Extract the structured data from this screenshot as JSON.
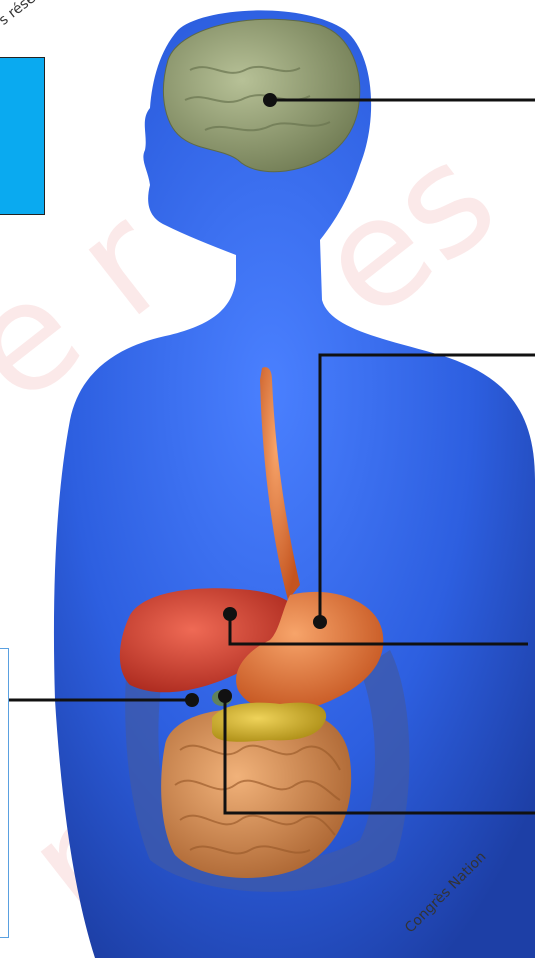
{
  "colors": {
    "background": "#ffffff",
    "body_blue": "#2f62e0",
    "label_box_fill": "#0aaaf0",
    "leader_line": "#111111",
    "brain": "#8e9a6e",
    "liver": "#d9412f",
    "stomach": "#e07a3a",
    "pancreas": "#d7b62a",
    "intestine": "#d9924c",
    "esophagus": "#e59a66"
  },
  "watermarks": {
    "top_left": "s réser",
    "bottom_right": "Congrès Nation"
  },
  "organs": [
    "brain",
    "esophagus",
    "liver",
    "stomach",
    "gallbladder",
    "pancreas",
    "small-intestine",
    "large-intestine"
  ],
  "callouts": [
    {
      "target": "brain"
    },
    {
      "target": "stomach"
    },
    {
      "target": "liver"
    },
    {
      "target": "gallbladder"
    },
    {
      "target": "pancreas"
    }
  ]
}
